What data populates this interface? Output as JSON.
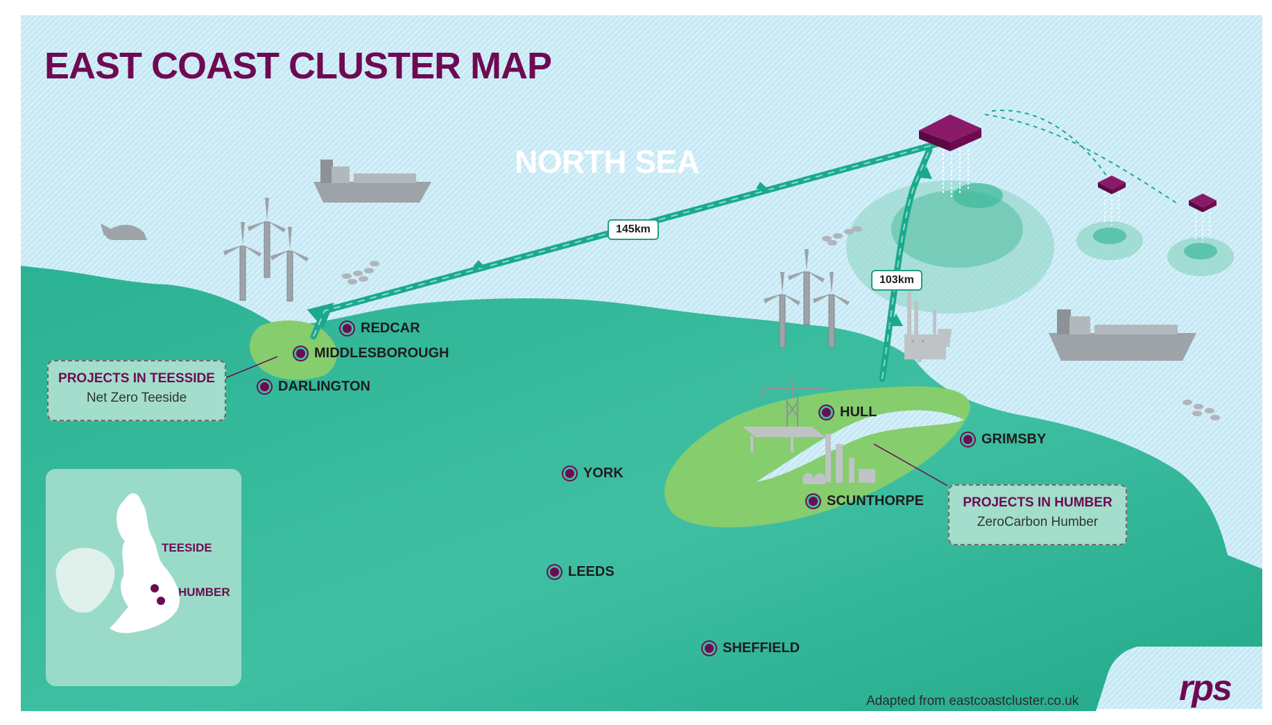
{
  "title": "EAST COAST CLUSTER MAP",
  "sea_label": "NORTH SEA",
  "pipelines": [
    {
      "distance_label": "145km"
    },
    {
      "distance_label": "103km"
    }
  ],
  "cities": {
    "redcar": "REDCAR",
    "middlesborough": "MIDDLESBOROUGH",
    "darlington": "DARLINGTON",
    "hull": "HULL",
    "grimsby": "GRIMSBY",
    "scunthorpe": "SCUNTHORPE",
    "york": "YORK",
    "leeds": "LEEDS",
    "sheffield": "SHEFFIELD"
  },
  "callouts": {
    "teesside": {
      "title": "PROJECTS IN TEESSIDE",
      "subtitle": "Net Zero Teeside"
    },
    "humber": {
      "title": "PROJECTS IN HUMBER",
      "subtitle": "ZeroCarbon Humber"
    }
  },
  "inset": {
    "teeside_label": "TEESIDE",
    "humber_label": "HUMBER"
  },
  "source": "Adapted from eastcoastcluster.co.uk",
  "logo": "rps",
  "colors": {
    "title": "#6e0a52",
    "sea": "#c3e8f4",
    "land": "#2fb394",
    "project_area": "#86cd6e",
    "pipeline": "#1aa98d",
    "platform": "#6e0a52",
    "city_marker": "#6e0a52"
  },
  "icons": [
    "wind-turbine-icon",
    "cargo-ship-icon",
    "whale-icon",
    "fish-school-icon",
    "offshore-platform-icon",
    "storage-reservoir-icon",
    "power-station-icon",
    "port-crane-icon",
    "industrial-plant-icon",
    "city-marker-icon"
  ]
}
